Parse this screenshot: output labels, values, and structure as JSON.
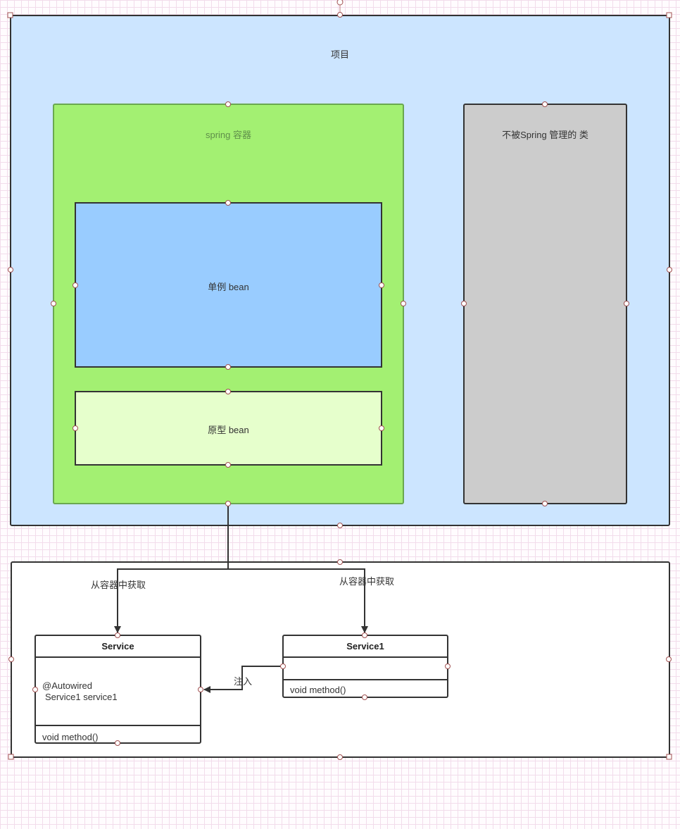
{
  "project": {
    "title": "项目",
    "fill": "#cce5ff"
  },
  "spring_container": {
    "title": "spring 容器",
    "fill": "#a3f072"
  },
  "singleton_bean": {
    "label": "单例 bean",
    "fill": "#99ccff"
  },
  "prototype_bean": {
    "label": "原型 bean",
    "fill": "#e6ffcc"
  },
  "unmanaged": {
    "title": "不被Spring 管理的 类",
    "fill": "#cccccc"
  },
  "edges": {
    "get_left": "从容器中获取",
    "get_right": "从容器中获取",
    "inject": "注入"
  },
  "service": {
    "name": "Service",
    "attr_line1": "@Autowired",
    "attr_line2": "Service1 service1",
    "method": "void method()"
  },
  "service1": {
    "name": "Service1",
    "method": "void method()"
  }
}
